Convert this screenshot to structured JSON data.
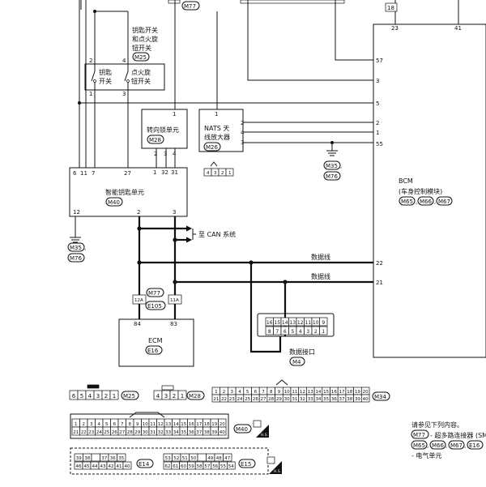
{
  "bcm": {
    "name": "BCM",
    "desc": "(车身控制模块)",
    "tags": [
      "M65",
      "M66",
      "M67"
    ],
    "top_pins": [
      "23",
      "41"
    ],
    "top_pin_18": "18",
    "left_pins": [
      "57",
      "3",
      "5",
      "2",
      "1",
      "55",
      "22",
      "21"
    ]
  },
  "top_tag": "M77",
  "key_switch": {
    "title_lines": [
      "钥匙开关",
      "和点火旋",
      "钮开关"
    ],
    "tag": "M25",
    "pins": [
      "2",
      "4",
      "1",
      "3"
    ],
    "sub_key": [
      "钥匙",
      "开关"
    ],
    "sub_ign": [
      "点火旋",
      "钮开关"
    ]
  },
  "steering_lock": {
    "pin_top": "1",
    "name": "转向锁单元",
    "tag": "M28",
    "pins": [
      "2",
      "3",
      "4",
      "1",
      "32",
      "31"
    ]
  },
  "nats": {
    "name_lines": [
      "NATS 天",
      "线放大器"
    ],
    "tag": "M26",
    "pin_top": "1",
    "right_pins": [
      "2",
      "4",
      "3"
    ],
    "conn_cells": [
      "4",
      "3",
      "2",
      "1"
    ]
  },
  "ground_bcm": {
    "tags": [
      "M35",
      "M76"
    ]
  },
  "ikey": {
    "name": "智能钥匙单元",
    "tag": "M40",
    "top_pins": [
      "6",
      "11",
      "7",
      "27"
    ],
    "bottom_pins": [
      "12",
      "2",
      "3"
    ],
    "ground_tags": [
      "M35",
      "M76"
    ]
  },
  "can_label": "至 CAN 系统",
  "data_line_1": "数据线",
  "data_line_2": "数据线",
  "joint": {
    "tags": [
      "M77",
      "E105"
    ],
    "cells": [
      "12A",
      "11A"
    ]
  },
  "ecm": {
    "name": "ECM",
    "tag": "E16",
    "pins": [
      "84",
      "83"
    ]
  },
  "dlc": {
    "label": "数据接口",
    "tag": "M4",
    "row1": [
      "16",
      "15",
      "14",
      "13",
      "12",
      "11",
      "10",
      "9"
    ],
    "row2": [
      "8",
      "7",
      "6",
      "5",
      "4",
      "3",
      "2",
      "1"
    ]
  },
  "connectors": {
    "m25": {
      "cells": [
        "6",
        "5",
        "4",
        "3",
        "2",
        "1"
      ],
      "tag": "M25"
    },
    "m28": {
      "cells": [
        "4",
        "3",
        "2",
        "1"
      ],
      "tag": "M28"
    },
    "m34": {
      "row1": [
        "1",
        "2",
        "3",
        "4",
        "5",
        "6",
        "7",
        "8",
        "9",
        "10",
        "11",
        "12",
        "13",
        "14",
        "15",
        "16",
        "17",
        "18",
        "19",
        "20"
      ],
      "row2": [
        "21",
        "22",
        "23",
        "24",
        "25",
        "26",
        "27",
        "28",
        "29",
        "30",
        "31",
        "32",
        "33",
        "34",
        "35",
        "36",
        "37",
        "38",
        "39",
        "40"
      ],
      "tag": "M34"
    },
    "m40": {
      "row1": [
        "1",
        "2",
        "3",
        "4",
        "5",
        "6",
        "7",
        "8",
        "9",
        "10",
        "11",
        "12",
        "13",
        "14",
        "15",
        "16",
        "17",
        "18",
        "19",
        "20"
      ],
      "row2": [
        "21",
        "22",
        "23",
        "24",
        "25",
        "26",
        "27",
        "28",
        "29",
        "30",
        "31",
        "32",
        "33",
        "34",
        "35",
        "36",
        "37",
        "38",
        "39",
        "40"
      ],
      "tag": "M40"
    },
    "e14": {
      "row1": [
        "39",
        "38",
        "",
        "37",
        "36",
        "35"
      ],
      "row2": [
        "46",
        "45",
        "44",
        "43",
        "42",
        "41",
        "40"
      ],
      "tag": "E14"
    },
    "e15": {
      "row1": [
        "53",
        "52",
        "51",
        "50",
        "",
        "49",
        "48",
        "47"
      ],
      "row2": [
        "62",
        "61",
        "60",
        "59",
        "58",
        "57",
        "56",
        "55",
        "54"
      ],
      "tag": "E15"
    },
    "hs_label": "H.S."
  },
  "note": {
    "line1": "请参见下列内容。",
    "line2_tag": "M77",
    "line2_text": "- 超多路连接器 (SM",
    "line3_tags": [
      "M65",
      "M66",
      "M67",
      "E16"
    ],
    "line4": "- 电气单元"
  }
}
